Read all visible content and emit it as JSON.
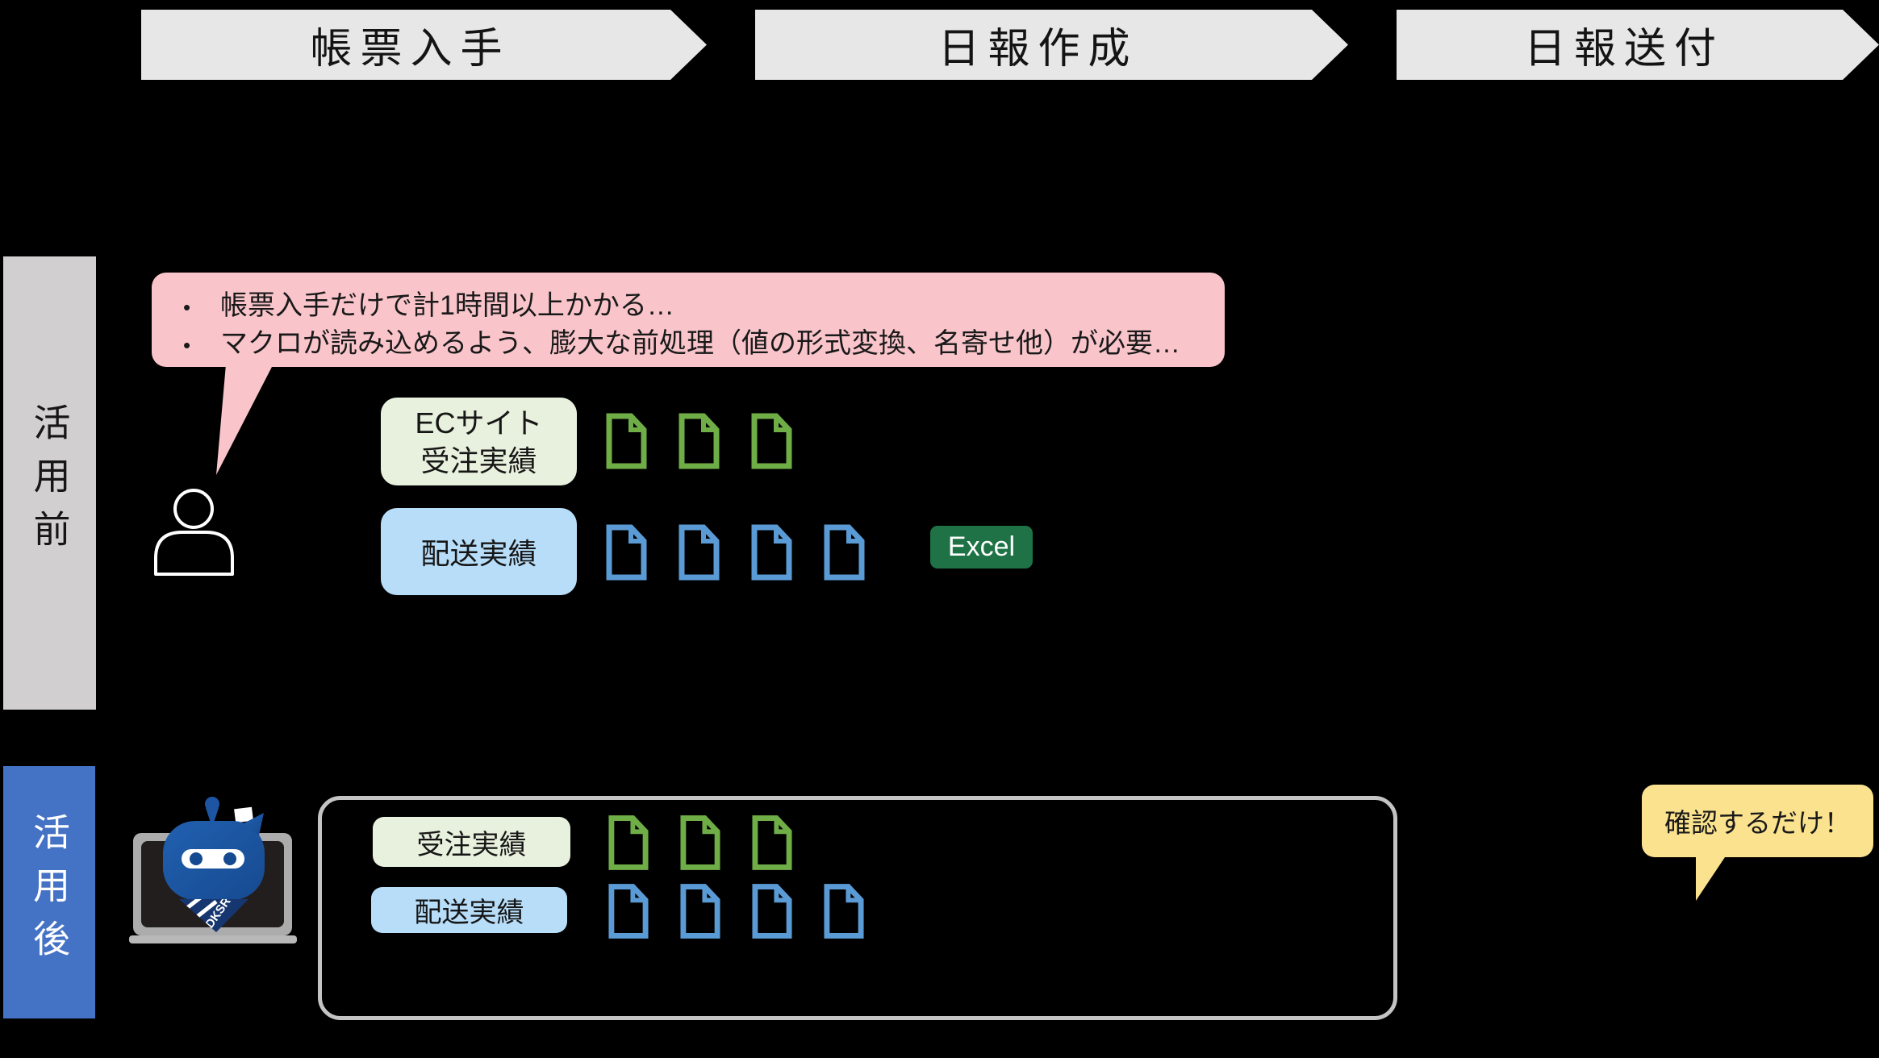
{
  "process_stages": {
    "stage1": "帳票入手",
    "stage2": "日報作成",
    "stage3": "日報送付"
  },
  "lanes": {
    "before_label": "活用前",
    "after_label": "活用後"
  },
  "before": {
    "pain_points": {
      "bullet": "•",
      "item1": "帳票入手だけで計1時間以上かかる…",
      "item2": "マクロが読み込めるよう、膨大な前処理（値の形式変換、名寄せ他）が必要…"
    },
    "ec_label_line1": "ECサイト",
    "ec_label_line2": "受注実績",
    "delivery_label": "配送実績",
    "order_doc_count": 3,
    "delivery_doc_count": 4,
    "excel_badge": "Excel"
  },
  "after": {
    "order_label": "受注実績",
    "delivery_label": "配送実績",
    "order_doc_count": 3,
    "delivery_doc_count": 4,
    "confirm_callout": "確認するだけ！",
    "robot_scarf_text": "DKSR"
  },
  "icons": {
    "person": "person-outline-icon",
    "document_green": "document-icon",
    "document_blue": "document-icon",
    "robot": "robot-mascot-icon",
    "laptop": "laptop-icon"
  },
  "colors": {
    "background": "#000000",
    "stage_arrow_bg": "#E8E7E7",
    "lane_before_bg": "#D1CFCF",
    "lane_after_bg": "#4472C4",
    "pain_bubble_bg": "#F9C5CB",
    "label_green_bg": "#E8F1DD",
    "label_blue_bg": "#B7DDF8",
    "doc_green": "#6FAD47",
    "doc_blue": "#5B9BD5",
    "excel_green": "#1E7245",
    "confirm_yellow": "#FBE28F",
    "container_border": "#C4C4C4",
    "robot_blue": "#1D55A3",
    "robot_scarf_blue": "#16366F"
  }
}
